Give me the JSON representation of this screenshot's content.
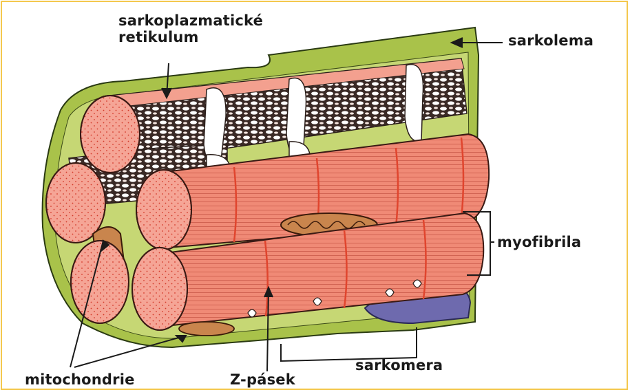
{
  "figure": {
    "colors": {
      "frame": "#f4c84e",
      "sarcolemma": "#a9c24a",
      "myofibril": "#f08a76",
      "myofibril_end": "#f5a596",
      "z_band": "#e0452e",
      "sarcoplasmic_reticulum": "#ffffff",
      "mitochondrion": "#c9854d",
      "nucleus": "#6e6aae"
    },
    "labels": {
      "sarcoplasmic_reticulum_line1": "sarkoplazmatické",
      "sarcoplasmic_reticulum_line2": "retikulum",
      "sarcolemma": "sarkolema",
      "myofibril": "myofibrila",
      "sarcomere": "sarkomera",
      "z_band": "Z-pásek",
      "mitochondria": "mitochondrie"
    }
  }
}
